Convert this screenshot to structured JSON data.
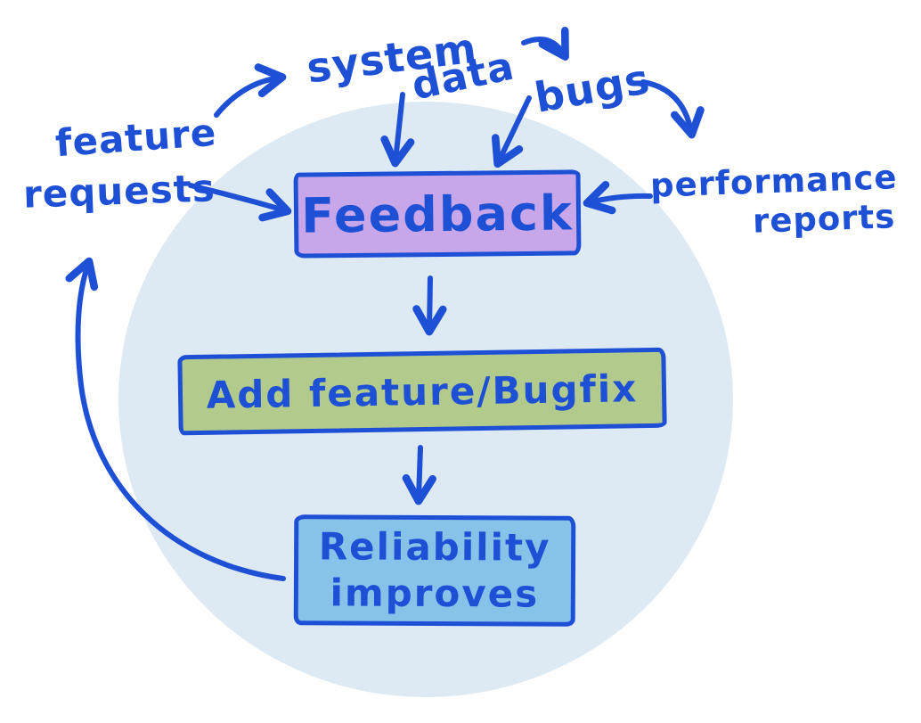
{
  "diagram": {
    "type": "hand-drawn-flowchart",
    "colors": {
      "ink": "#1e50d6",
      "background_circle": "#dde9f3",
      "feedback_fill": "#c7a6e9",
      "add_feature_fill": "#b2ca8b",
      "reliability_fill": "#87c3e8",
      "canvas": "#ffffff"
    },
    "nodes": {
      "feedback": {
        "label": "Feedback"
      },
      "add_feature": {
        "label": "Add feature/Bugfix"
      },
      "reliability": {
        "line1": "Reliability",
        "line2": "improves"
      }
    },
    "inputs": {
      "feature_requests": {
        "line1": "feature",
        "line2": "requests"
      },
      "system_data": {
        "line1": "system",
        "line2": "data"
      },
      "bugs": {
        "label": "bugs"
      },
      "performance_reports": {
        "line1": "performance",
        "line2": "reports"
      }
    },
    "edges": [
      {
        "from": "feature requests",
        "to": "Feedback"
      },
      {
        "from": "system data",
        "to": "Feedback"
      },
      {
        "from": "bugs",
        "to": "Feedback"
      },
      {
        "from": "performance reports",
        "to": "Feedback"
      },
      {
        "from": "feature requests",
        "to": "system data"
      },
      {
        "from": "system data",
        "to": "bugs"
      },
      {
        "from": "bugs",
        "to": "performance reports"
      },
      {
        "from": "Feedback",
        "to": "Add feature/Bugfix"
      },
      {
        "from": "Add feature/Bugfix",
        "to": "Reliability improves"
      },
      {
        "from": "Reliability improves",
        "to": "feature requests"
      }
    ]
  }
}
